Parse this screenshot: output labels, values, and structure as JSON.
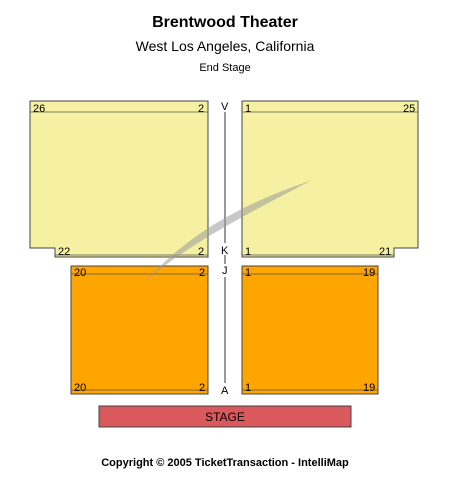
{
  "venue": {
    "name": "Brentwood Theater",
    "location": "West Los Angeles, California",
    "configuration": "End Stage"
  },
  "colors": {
    "upper_section": "#f5f0a2",
    "lower_section": "#ffa500",
    "stage": "#d9595c",
    "outline": "#444444"
  },
  "row_labels": {
    "top": "V",
    "upper_bottom": "K",
    "lower_top": "J",
    "bottom": "A"
  },
  "sections": {
    "upper_left": {
      "seat_tl": "26",
      "seat_tr": "2",
      "seat_bl": "22",
      "seat_br": "2"
    },
    "upper_right": {
      "seat_tl": "1",
      "seat_tr": "25",
      "seat_bl": "1",
      "seat_br": "21"
    },
    "lower_left": {
      "seat_tl": "20",
      "seat_tr": "2",
      "seat_bl": "20",
      "seat_br": "2"
    },
    "lower_right": {
      "seat_tl": "1",
      "seat_tr": "19",
      "seat_bl": "1",
      "seat_br": "19"
    }
  },
  "stage": {
    "label": "STAGE"
  },
  "footer": {
    "copyright": "Copyright © 2005 TicketTransaction - IntelliMap"
  }
}
